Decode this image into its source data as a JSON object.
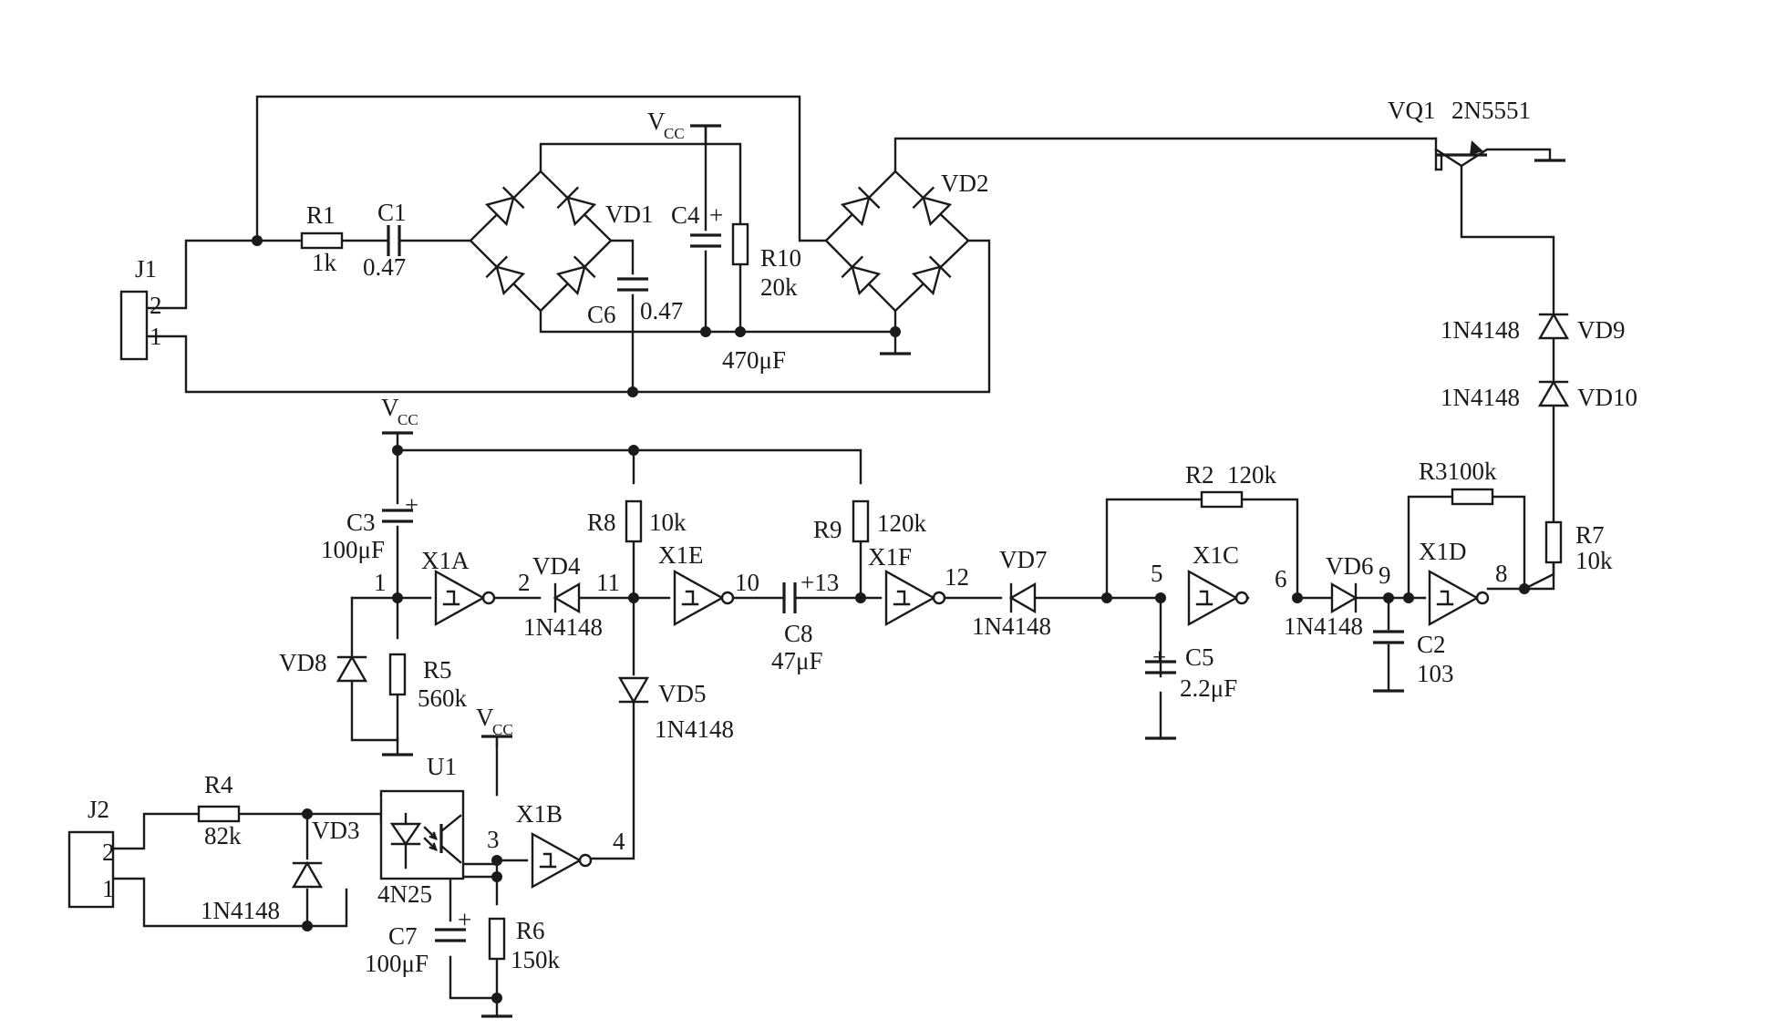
{
  "connectors": {
    "j1": {
      "ref": "J1",
      "pin2": "2",
      "pin1": "1"
    },
    "j2": {
      "ref": "J2",
      "pin2": "2",
      "pin1": "1"
    }
  },
  "power": {
    "vcc_main": "V",
    "vcc_sub": "CC"
  },
  "resistors": {
    "r1": {
      "ref": "R1",
      "value": "1k"
    },
    "r2": {
      "ref": "R2",
      "value": "120k"
    },
    "r3": {
      "ref": "R3100k"
    },
    "r4": {
      "ref": "R4",
      "value": "82k"
    },
    "r5": {
      "ref": "R5",
      "value": "560k"
    },
    "r6": {
      "ref": "R6",
      "value": "150k"
    },
    "r7": {
      "ref": "R7",
      "value": "10k"
    },
    "r8": {
      "ref": "R8",
      "value": "10k"
    },
    "r9": {
      "ref": "R9",
      "value": "120k"
    },
    "r10": {
      "ref": "R10",
      "value": "20k"
    }
  },
  "capacitors": {
    "c1": {
      "ref": "C1",
      "value": "0.47"
    },
    "c2": {
      "ref": "C2",
      "value": "103"
    },
    "c3": {
      "ref": "C3",
      "value": "100μF"
    },
    "c4": {
      "ref": "C4",
      "polarity": "+",
      "value": "470μF"
    },
    "c5": {
      "ref": "C5",
      "value": "2.2μF"
    },
    "c6": {
      "ref": "C6",
      "value": "0.47"
    },
    "c7": {
      "ref": "C7",
      "value": "100μF"
    },
    "c8": {
      "ref": "C8",
      "value": "47μF"
    },
    "plus": "+"
  },
  "diodes": {
    "vd1": "VD1",
    "vd2": "VD2",
    "vd3": "VD3",
    "vd4": "VD4",
    "vd5": "VD5",
    "vd6": "VD6",
    "vd7": "VD7",
    "vd8": "VD8",
    "vd9": "VD9",
    "vd10": "VD10",
    "part": "1N4148"
  },
  "transistor": {
    "ref": "VQ1",
    "part": "2N5551"
  },
  "optocoupler": {
    "ref": "U1",
    "part": "4N25"
  },
  "gates": {
    "x1a": "X1A",
    "x1b": "X1B",
    "x1c": "X1C",
    "x1d": "X1D",
    "x1e": "X1E",
    "x1f": "X1F"
  },
  "pins": {
    "p1": "1",
    "p2": "2",
    "p3": "3",
    "p4": "4",
    "p5": "5",
    "p6": "6",
    "p8": "8",
    "p9": "9",
    "p10": "10",
    "p11": "11",
    "p12": "12",
    "p13": "+13"
  }
}
